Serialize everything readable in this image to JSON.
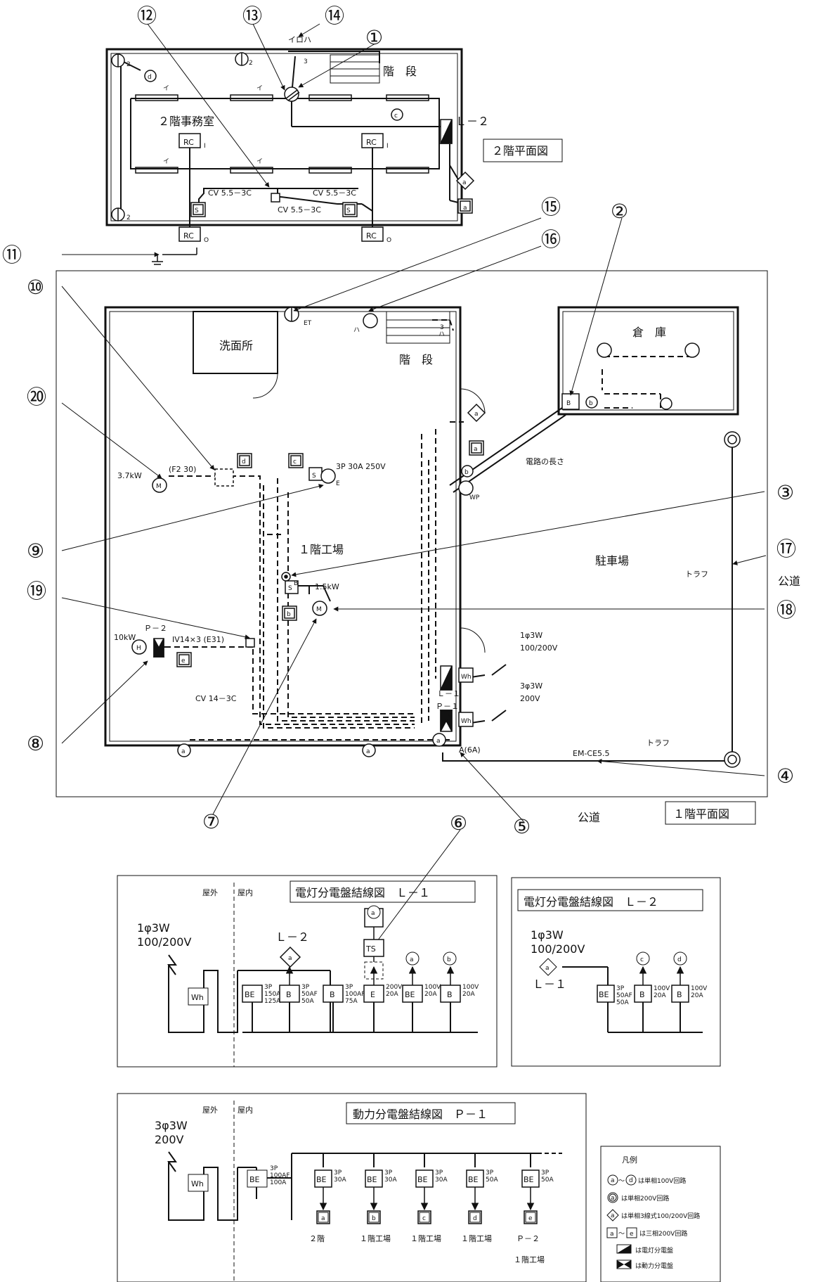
{
  "plan2": {
    "title": "２階平面図",
    "room": "２階事務室",
    "stairs": "階　段",
    "panel": "Ｌ－２",
    "rc": "RC",
    "rc_i": "I",
    "rc_o": "O",
    "cable": "CV 5.5－3C",
    "cable2": "CV 5.5－3C",
    "cable3": "CV 5.5－3C",
    "switch_label": "イロハ",
    "fl_label": "イ",
    "s": "S",
    "num2": "2",
    "num3": "3",
    "c_c": "c",
    "c_d": "d",
    "a": "a"
  },
  "plan1": {
    "title": "１階平面図",
    "washroom": "洗面所",
    "stairs": "階　段",
    "factory": "１階工場",
    "parking": "駐車場",
    "road": "公道",
    "road2": "公道",
    "warehouse": "倉　庫",
    "circuit_len": "電路の長さ",
    "trough": "トラフ",
    "trough2": "トラフ",
    "em_ce": "EM-CE5.5",
    "a6a": "A(6A)",
    "m37": "3.7kW",
    "f230": "(F2 30)",
    "outlet": "3P 30A 250V",
    "m15": "1.5kW",
    "h10": "10kW",
    "p2": "Ｐ－２",
    "iv": "IV14×3 (E31)",
    "cv14": "CV 14－3C",
    "l1": "Ｌ－１",
    "p1": "Ｐ－１",
    "sup1a": "1φ3W",
    "sup1b": "100/200V",
    "sup3a": "3φ3W",
    "sup3b": "200V",
    "wh": "Wh",
    "et": "ET",
    "e": "E",
    "b": "B",
    "s": "S",
    "ha": "ハ",
    "num3": "3",
    "wp": "WP",
    "box_b": "b",
    "box_c": "c",
    "box_d": "d",
    "box_e": "e",
    "box_a": "a",
    "m": "M",
    "h": "H"
  },
  "callouts": [
    "①",
    "②",
    "③",
    "④",
    "⑤",
    "⑥",
    "⑦",
    "⑧",
    "⑨",
    "⑩",
    "⑪",
    "⑫",
    "⑬",
    "⑭",
    "⑮",
    "⑯",
    "⑰",
    "⑱",
    "⑲",
    "⑳"
  ],
  "l1diag": {
    "title": "電灯分電盤結線図　Ｌ－１",
    "outdoor": "屋外",
    "indoor": "屋内",
    "supply_a": "1φ3W",
    "supply_b": "100/200V",
    "wh": "Wh",
    "to_l2": "Ｌ－２",
    "ts": "TS",
    "breakers": [
      {
        "type": "BE",
        "spec": [
          "3P",
          "150AF",
          "125A"
        ]
      },
      {
        "type": "B",
        "spec": [
          "3P",
          "50AF",
          "50A"
        ]
      },
      {
        "type": "B",
        "spec": [
          "3P",
          "100AF",
          "75A"
        ]
      },
      {
        "type": "E",
        "spec": [
          "200V",
          "20A"
        ]
      },
      {
        "type": "BE",
        "spec": [
          "100V",
          "20A"
        ]
      },
      {
        "type": "B",
        "spec": [
          "100V",
          "20A"
        ]
      }
    ]
  },
  "l2diag": {
    "title": "電灯分電盤結線図　Ｌ－２",
    "supply_a": "1φ3W",
    "supply_b": "100/200V",
    "from": "Ｌ－１",
    "breakers": [
      {
        "type": "BE",
        "spec": [
          "3P",
          "50AF",
          "50A"
        ]
      },
      {
        "type": "B",
        "spec": [
          "100V",
          "20A"
        ]
      },
      {
        "type": "B",
        "spec": [
          "100V",
          "20A"
        ]
      }
    ]
  },
  "p1diag": {
    "title": "動力分電盤結線図　Ｐ－１",
    "outdoor": "屋外",
    "indoor": "屋内",
    "supply_a": "3φ3W",
    "supply_b": "200V",
    "wh": "Wh",
    "main": {
      "type": "BE",
      "spec": [
        "3P",
        "100AF",
        "100A"
      ]
    },
    "branches": [
      {
        "type": "BE",
        "spec": [
          "3P",
          "30A"
        ],
        "box": "a",
        "dest": "２階",
        "dest2": ""
      },
      {
        "type": "BE",
        "spec": [
          "3P",
          "30A"
        ],
        "box": "b",
        "dest": "１階工場",
        "dest2": ""
      },
      {
        "type": "BE",
        "spec": [
          "3P",
          "30A"
        ],
        "box": "c",
        "dest": "１階工場",
        "dest2": ""
      },
      {
        "type": "BE",
        "spec": [
          "3P",
          "50A"
        ],
        "box": "d",
        "dest": "１階工場",
        "dest2": ""
      },
      {
        "type": "BE",
        "spec": [
          "3P",
          "50A"
        ],
        "box": "e",
        "dest": "Ｐ－２",
        "dest2": "１階工場"
      }
    ]
  },
  "legend": {
    "title": "凡例",
    "r1": "～",
    "r1b": "は単相100V回路",
    "r2": "は単相200V回路",
    "r3": "は単相3線式100/200V回路",
    "r4": "～",
    "r4b": "は三相200V回路",
    "r5": "は電灯分電盤",
    "r6": "は動力分電盤",
    "a": "a",
    "d": "d",
    "e": "e"
  }
}
